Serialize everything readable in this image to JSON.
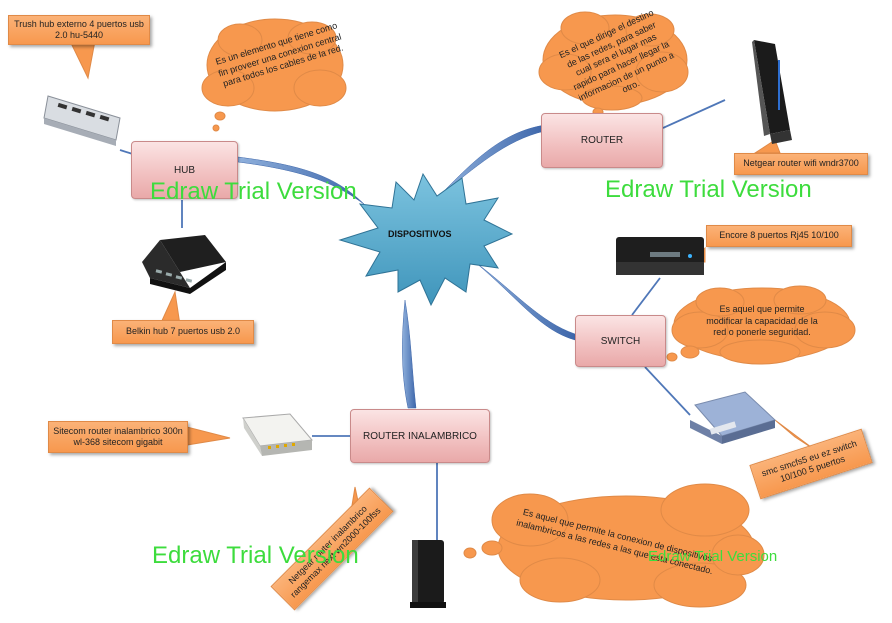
{
  "center": "DISPOSITIVOS",
  "nodes": {
    "hub": "HUB",
    "router": "ROUTER",
    "switch": "SWITCH",
    "router_inalambrico": "ROUTER INALAMBRICO"
  },
  "descriptions": {
    "hub": "Es un elemento que tiene como fin proveer una conexion central para todos los cables de la red.",
    "router": "Es el que dirige el destino de las redes, para saber cual sera el lugar mas rapido para hacer llegar la informacion de un punto a otro.",
    "switch": "Es aquel que permite modificar la capacidad de la red o ponerle seguridad.",
    "router_inalambrico": "Es aquel que permite la conexion de dispositivos inalambricos a las redes a las que esta conectado."
  },
  "examples": {
    "trush_hub": "Trush hub externo 4 puertos usb 2.0 hu-5440",
    "belkin_hub": "Belkin hub 7 puertos usb 2.0",
    "netgear_router": "Netgear router wifi wndr3700",
    "encore_switch": "Encore 8 puertos Rj45 10/100",
    "smc_switch": "smc smcfs5 eu ez switch 10/100 5 puertos",
    "sitecom_router": "Sitecom router inalambrico 300n wl-368 sitecom gigabit",
    "netgear_rangemax": "Netgear router inalambrico rangemax next wn2000-100fss"
  },
  "watermark": "Edraw Trial Version",
  "colors": {
    "connector": "#4f77b8",
    "node_fill": "#f2c2c2",
    "callout_fill": "#f7984e",
    "star_fill": "#4fa6c9",
    "watermark": "#3ddc3d"
  }
}
